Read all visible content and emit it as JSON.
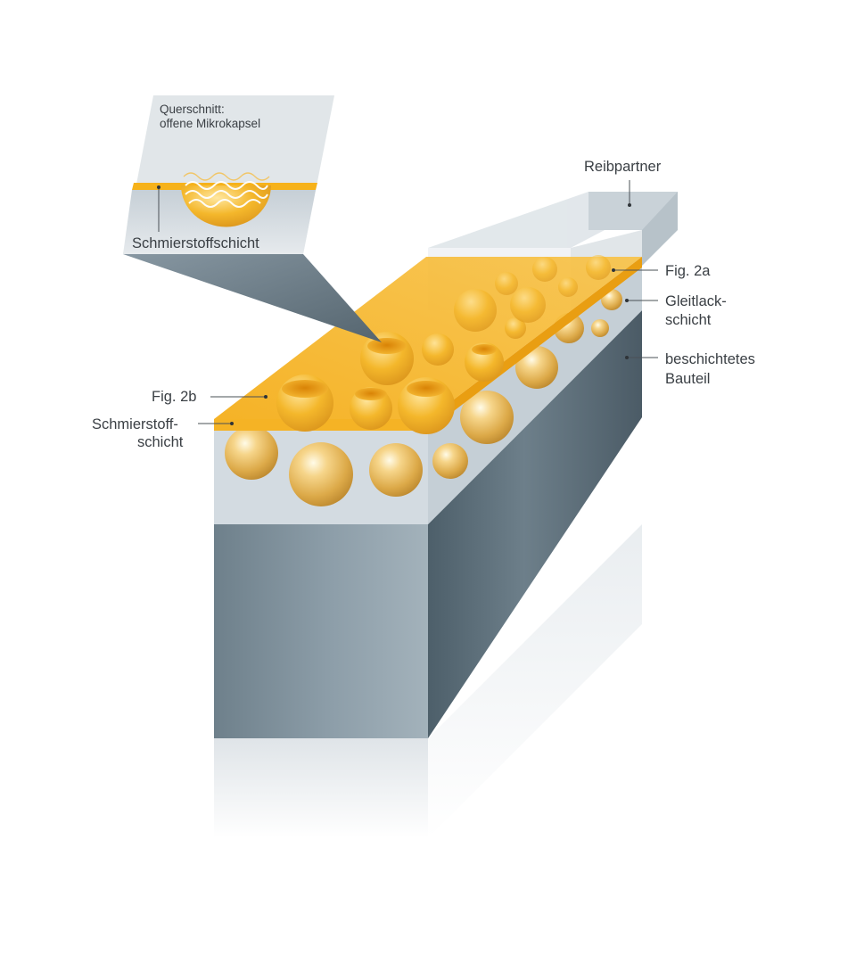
{
  "labels": {
    "inset_title_line1": "Querschnitt:",
    "inset_title_line2": "offene Mikrokapsel",
    "inset_layer": "Schmierstoffschicht",
    "reibpartner": "Reibpartner",
    "fig2a": "Fig. 2a",
    "gleitlack_line1": "Gleitlack-",
    "gleitlack_line2": "schicht",
    "bauteil_line1": "beschichtetes",
    "bauteil_line2": "Bauteil",
    "fig2b": "Fig. 2b",
    "schmierstoff_line1": "Schmierstoff-",
    "schmierstoff_line2": "schicht"
  },
  "colors": {
    "lubricant_orange": "#f6b21a",
    "capsule_gold": "#e9a825",
    "coating_light": "#d8dfe4",
    "steel_dark": "#5f717d",
    "steel_light": "#95a6b1"
  },
  "icons": [
    "microcapsule-icon",
    "open-microcapsule-icon"
  ]
}
